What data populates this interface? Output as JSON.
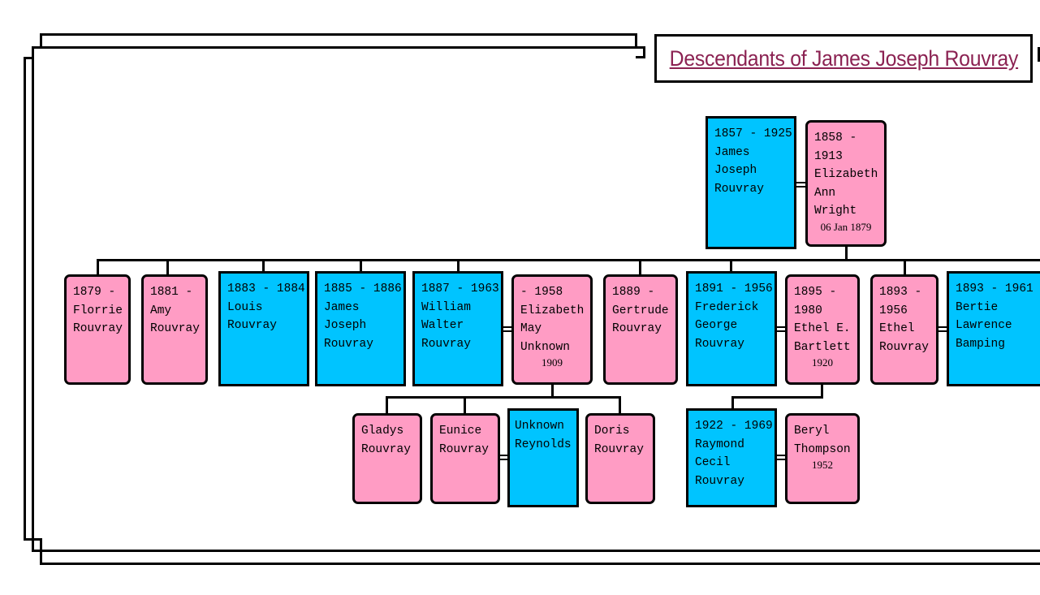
{
  "title": "Descendants of James Joseph Rouvray",
  "colors": {
    "male": "#00c4ff",
    "female": "#ff9cc4",
    "title": "#8b2252"
  },
  "people": {
    "james": "1857 - 1925\nJames\nJoseph\nRouvray",
    "elizabeth_wright": "1858 -\n1913\nElizabeth\nAnn\nWright",
    "elizabeth_wright_marriage": "06 Jan 1879",
    "florrie": "1879 -\nFlorrie\nRouvray",
    "amy": "1881 -\nAmy\nRouvray",
    "louis": "1883 - 1884\nLouis\nRouvray",
    "james_jr": "1885 - 1886\nJames\nJoseph\nRouvray",
    "william": "1887 - 1963\nWilliam\nWalter\nRouvray",
    "elizabeth_unknown": "- 1958\nElizabeth\nMay\nUnknown",
    "elizabeth_unknown_marriage": "1909",
    "gertrude": "1889 -\nGertrude\nRouvray",
    "frederick": "1891 - 1956\nFrederick\nGeorge\nRouvray",
    "ethel_bartlett": "1895 -\n1980\nEthel E.\nBartlett",
    "ethel_bartlett_marriage": "1920",
    "ethel": "1893 -\n1956\nEthel\nRouvray",
    "bertie": "1893 - 1961\nBertie\nLawrence\nBamping",
    "gladys": "Gladys\nRouvray",
    "eunice": "Eunice\nRouvray",
    "unknown_reynolds": "Unknown\nReynolds",
    "doris": "Doris\nRouvray",
    "raymond": "1922 - 1969\nRaymond\nCecil\nRouvray",
    "beryl": "Beryl\nThompson",
    "beryl_marriage": "1952"
  }
}
